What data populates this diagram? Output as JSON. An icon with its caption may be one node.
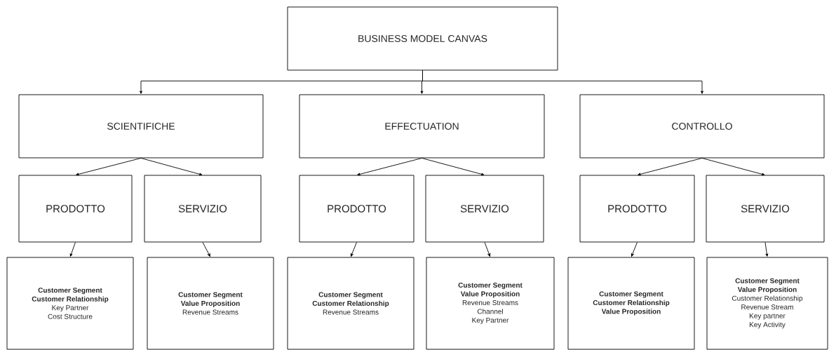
{
  "diagram": {
    "nodes": [
      {
        "text": [
          "BUSINESS MODEL CANVAS"
        ]
      },
      {
        "text": [
          "SCIENTIFICHE"
        ]
      },
      {
        "text": [
          "EFFECTUATION"
        ]
      },
      {
        "text": [
          "CONTROLLO"
        ]
      },
      {
        "text": [
          "PRODOTTO"
        ]
      },
      {
        "text": [
          "SERVIZIO"
        ]
      },
      {
        "text": [
          "PRODOTTO"
        ]
      },
      {
        "text": [
          "SERVIZIO"
        ]
      },
      {
        "text": [
          "PRODOTTO"
        ]
      },
      {
        "text": [
          "SERVIZIO"
        ]
      },
      {
        "text": [
          "**Customer Segment**",
          "**Customer Relationship**",
          "Key Partner",
          "Cost Structure"
        ]
      },
      {
        "text": [
          "**Customer Segment**",
          "**Value Proposition**",
          "Revenue Streams"
        ]
      },
      {
        "text": [
          "**Customer Segment**",
          "**Customer Relationship**",
          "Revenue Streams"
        ]
      },
      {
        "text": [
          "**Customer Segment**",
          "**Value Proposition**",
          "Revenue Streams",
          "Channel",
          "Key Partner"
        ]
      },
      {
        "text": [
          "**Customer Segment**",
          "**Customer Relationship**",
          "**Value Proposition**"
        ]
      },
      {
        "text": [
          "**Customer Segment**",
          "**Value Proposition**",
          "Customer Relationship",
          "Revenue Stream",
          "Key partner",
          "Key Activity"
        ]
      }
    ],
    "edges": [
      {
        "from": 0,
        "to": 1,
        "arrow": "to"
      },
      {
        "from": 0,
        "to": 2,
        "arrow": "to"
      },
      {
        "from": 0,
        "to": 3,
        "arrow": "to"
      },
      {
        "from": 1,
        "to": 4,
        "arrow": "to"
      },
      {
        "from": 1,
        "to": 5,
        "arrow": "to"
      },
      {
        "from": 2,
        "to": 6,
        "arrow": "to"
      },
      {
        "from": 2,
        "to": 7,
        "arrow": "to"
      },
      {
        "from": 3,
        "to": 8,
        "arrow": "to"
      },
      {
        "from": 3,
        "to": 9,
        "arrow": "to"
      },
      {
        "from": 4,
        "to": 10,
        "arrow": "to"
      },
      {
        "from": 5,
        "to": 11,
        "arrow": "to"
      },
      {
        "from": 6,
        "to": 12,
        "arrow": "to"
      },
      {
        "from": 7,
        "to": 13,
        "arrow": "to"
      },
      {
        "from": 8,
        "to": 14,
        "arrow": "to"
      },
      {
        "from": 9,
        "to": 15,
        "arrow": "to"
      }
    ]
  }
}
